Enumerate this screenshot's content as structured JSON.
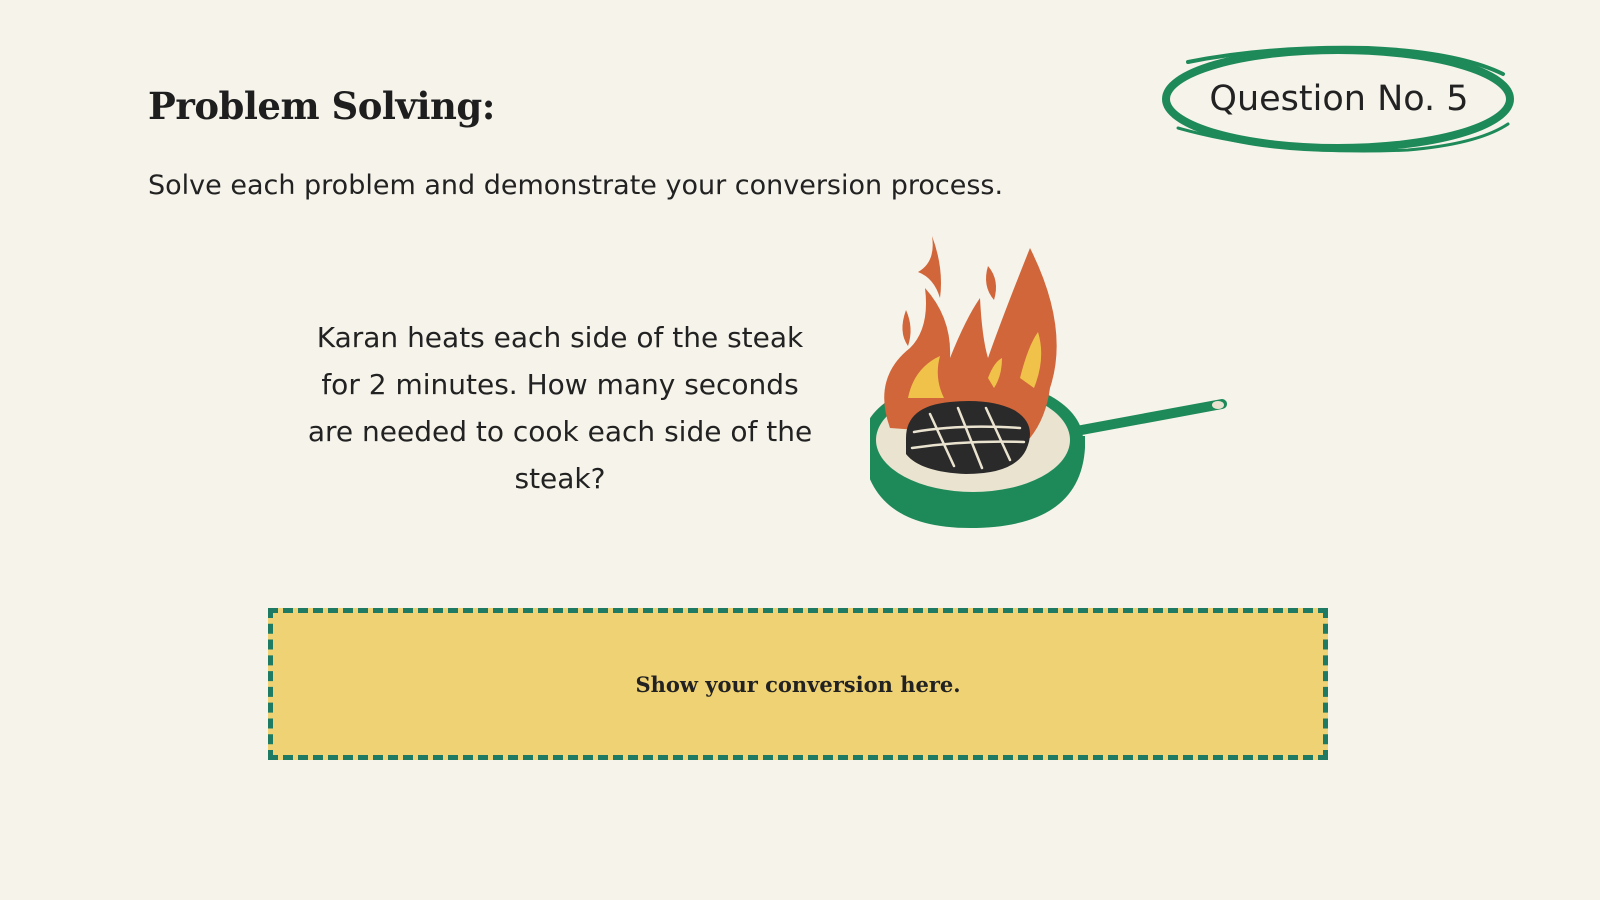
{
  "header": {
    "title": "Problem Solving:",
    "instructions": "Solve each problem and demonstrate your conversion process.",
    "question_badge": "Question No. 5"
  },
  "problem": {
    "text": "Karan heats each side of the steak for 2 minutes. How many seconds are needed to cook each side of the steak?"
  },
  "illustration": {
    "icon": "steak-in-flaming-pan-icon"
  },
  "answer": {
    "label": "Show your conversion here."
  },
  "colors": {
    "background": "#f6f3ea",
    "accent_green": "#1e8a5a",
    "answer_box_fill": "#efd273",
    "answer_box_border": "#1e7a62",
    "flame_orange": "#d0663a",
    "flame_yellow": "#f0c24a",
    "steak_dark": "#2b2a2a"
  }
}
